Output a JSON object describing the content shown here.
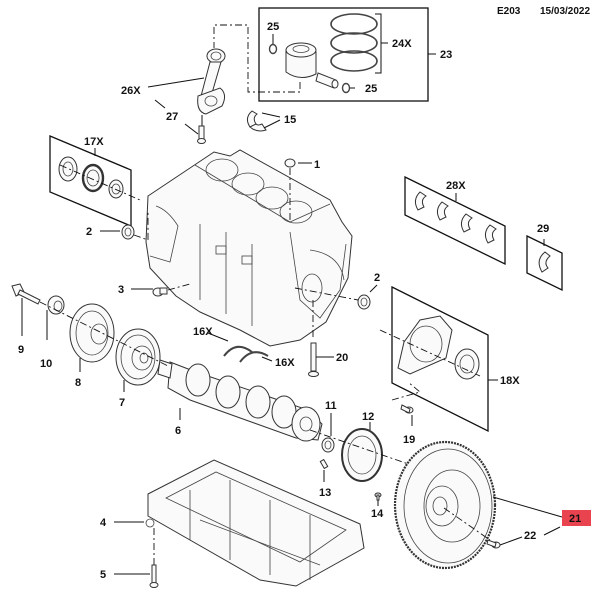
{
  "header": {
    "diagram_code": "E203",
    "date": "15/03/2022"
  },
  "highlight_color": "#e8434f",
  "callouts": [
    {
      "id": "c1",
      "label": "1"
    },
    {
      "id": "c2a",
      "label": "2"
    },
    {
      "id": "c2b",
      "label": "2"
    },
    {
      "id": "c3",
      "label": "3"
    },
    {
      "id": "c4",
      "label": "4"
    },
    {
      "id": "c5",
      "label": "5"
    },
    {
      "id": "c6",
      "label": "6"
    },
    {
      "id": "c7",
      "label": "7"
    },
    {
      "id": "c8",
      "label": "8"
    },
    {
      "id": "c9",
      "label": "9"
    },
    {
      "id": "c10",
      "label": "10"
    },
    {
      "id": "c11",
      "label": "11"
    },
    {
      "id": "c12",
      "label": "12"
    },
    {
      "id": "c13",
      "label": "13"
    },
    {
      "id": "c14",
      "label": "14"
    },
    {
      "id": "c15",
      "label": "15"
    },
    {
      "id": "c16a",
      "label": "16X"
    },
    {
      "id": "c16b",
      "label": "16X"
    },
    {
      "id": "c17",
      "label": "17X"
    },
    {
      "id": "c18",
      "label": "18X"
    },
    {
      "id": "c19",
      "label": "19"
    },
    {
      "id": "c20",
      "label": "20"
    },
    {
      "id": "c21",
      "label": "21",
      "highlighted": true
    },
    {
      "id": "c22",
      "label": "22"
    },
    {
      "id": "c23",
      "label": "23"
    },
    {
      "id": "c24",
      "label": "24X"
    },
    {
      "id": "c25a",
      "label": "25"
    },
    {
      "id": "c25b",
      "label": "25"
    },
    {
      "id": "c26",
      "label": "26X"
    },
    {
      "id": "c27",
      "label": "27"
    },
    {
      "id": "c28",
      "label": "28X"
    },
    {
      "id": "c29",
      "label": "29"
    }
  ]
}
